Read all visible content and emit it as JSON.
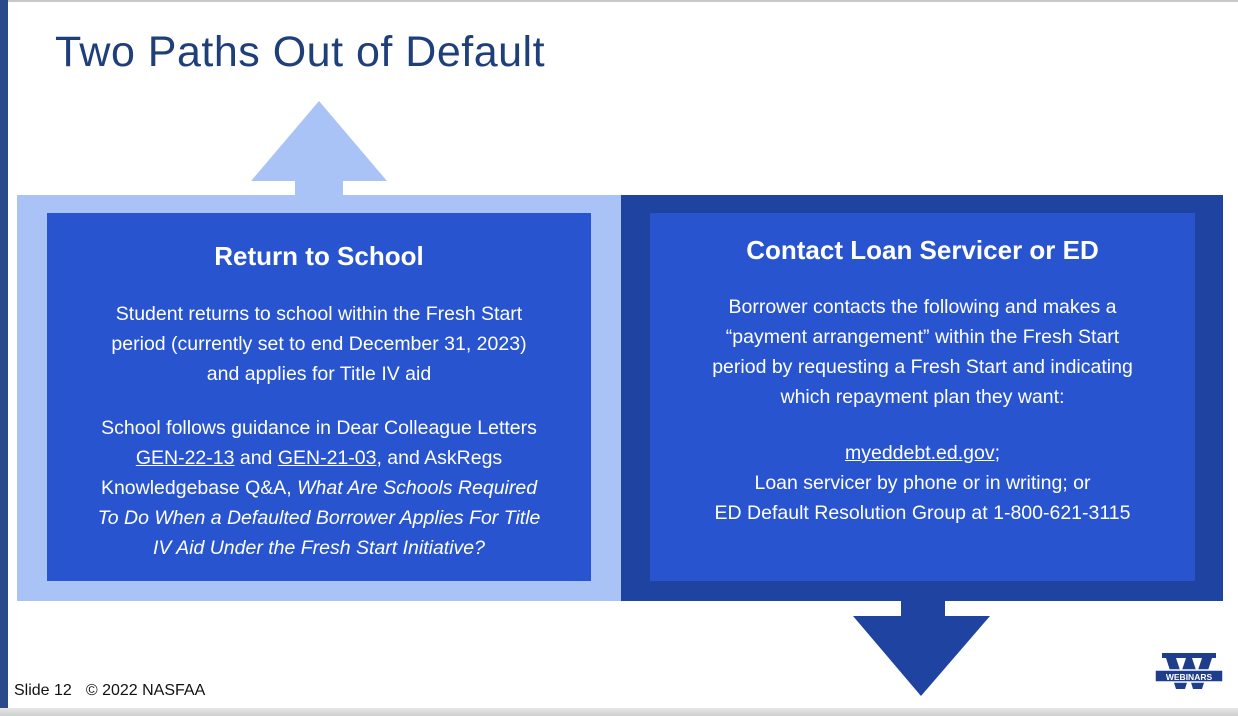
{
  "slide": {
    "title": "Two Paths Out of Default",
    "footer_slide": "Slide 12",
    "footer_copyright": "© 2022 NASFAA"
  },
  "left_panel": {
    "heading": "Return to School",
    "para1_line1": "Student returns to school within the Fresh Start",
    "para1_line2": "period (currently set to end December 31, 2023)",
    "para1_line3": "and applies for Title IV aid",
    "para2_line1": "School follows guidance in Dear Colleague Letters",
    "link1": "GEN-22-13",
    "and_text": " and ",
    "link2": "GEN-21-03",
    "after_links": ", and AskRegs",
    "para2_line3a": "Knowledgebase Q&A, ",
    "para2_line3b": "What Are Schools Required",
    "para2_line4": "To Do When a Defaulted Borrower Applies For Title",
    "para2_line5": "IV Aid Under the Fresh Start Initiative?"
  },
  "right_panel": {
    "heading": "Contact Loan Servicer or ED",
    "para1_line1": "Borrower contacts the following and makes a",
    "para1_line2": "“payment arrangement” within the Fresh Start",
    "para1_line3": "period by requesting a Fresh Start and indicating",
    "para1_line4": "which repayment plan they want:",
    "link": "myeddebt.ed.gov",
    "link_suffix": ";",
    "line2": "Loan servicer by phone or in writing; or",
    "line3": "ED Default Resolution Group at 1-800-621-3115"
  },
  "logo": {
    "text": "WEBINARS",
    "letter": "W"
  },
  "colors": {
    "title": "#1f3f7a",
    "light_blue": "#a9c3f6",
    "dark_blue": "#1e43a0",
    "panel_blue": "#2855cf"
  },
  "icons": {
    "up_arrow": "up-arrow-icon",
    "down_arrow": "down-arrow-icon"
  }
}
